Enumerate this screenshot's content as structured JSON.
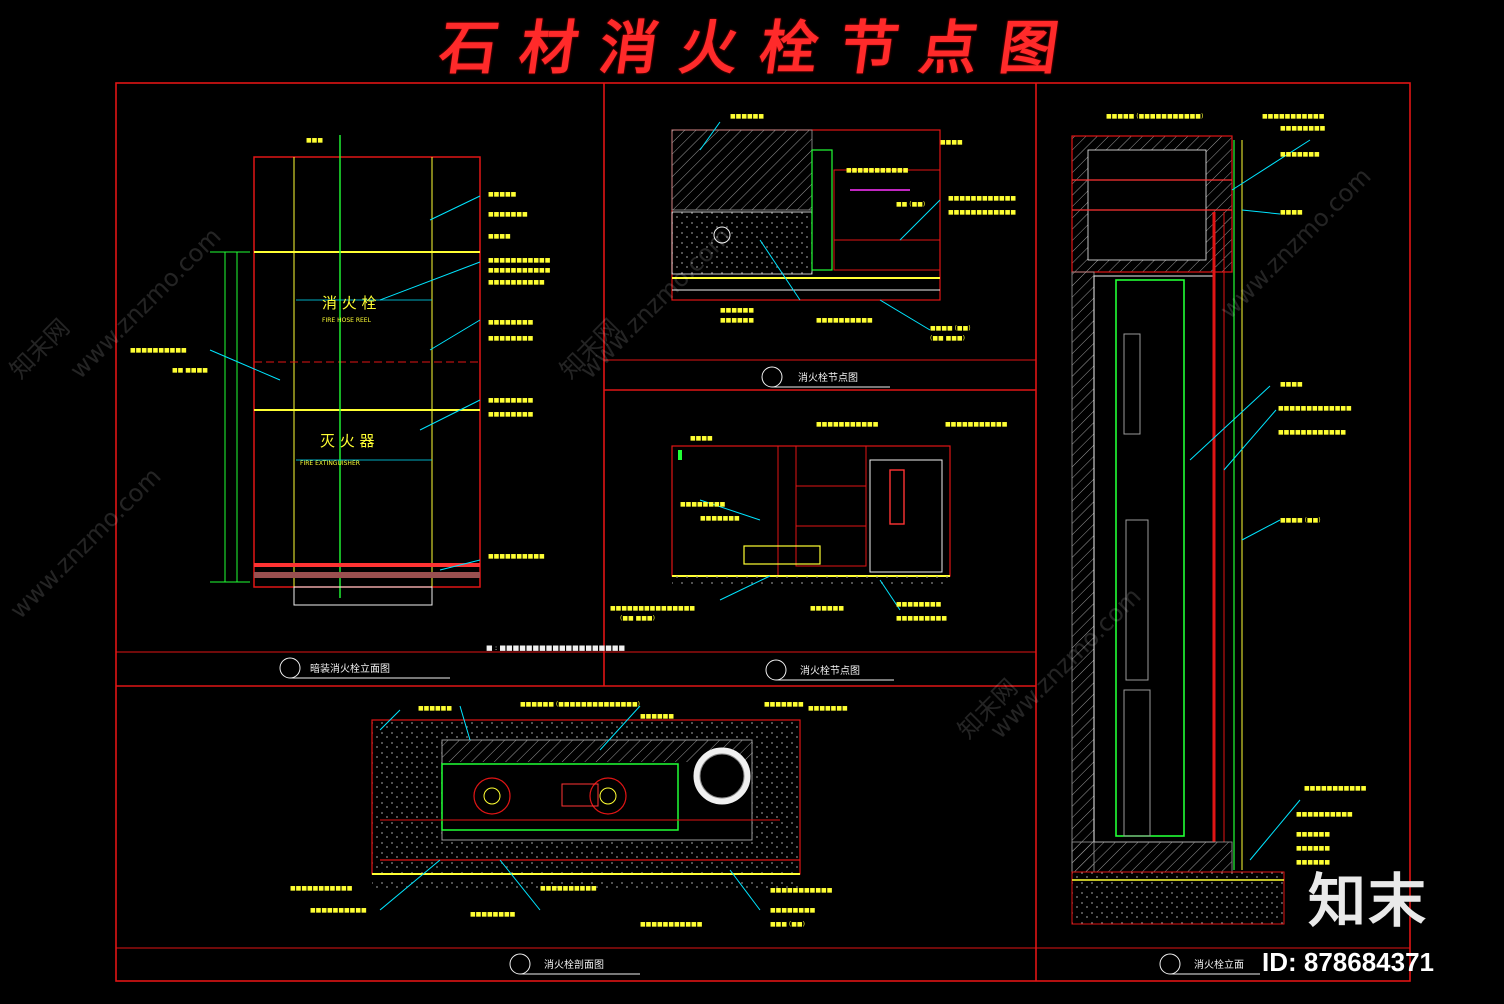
{
  "drawing": {
    "title": "石材消火栓节点图",
    "views": {
      "elevation_plate": "暗装消火栓立面图",
      "label_hydrant": "消 火 栓",
      "label_hydrant_en": "FIRE HOSE REEL",
      "label_extinguisher": "灭 火 器",
      "label_extinguisher_en": "FIRE EXTINGUISHER",
      "node_plate_a": "消火栓节点图",
      "node_plate_b": "消火栓节点图",
      "section_plate": "消火栓剖面图",
      "right_plate": "消火栓立面"
    }
  },
  "watermark": {
    "site": "www.znzmo.com",
    "cn": "知末网"
  },
  "branding": {
    "logo": "知末",
    "id_label": "ID: 878684371"
  },
  "colors": {
    "background": "#000000",
    "frame_red": "#e01515",
    "line_yellow": "#ffff33",
    "line_cyan": "#00e5ff",
    "line_green": "#21ff35",
    "line_white": "#f0f0f0",
    "line_magenta": "#ff33ff",
    "line_grey": "#9a9a9a"
  }
}
